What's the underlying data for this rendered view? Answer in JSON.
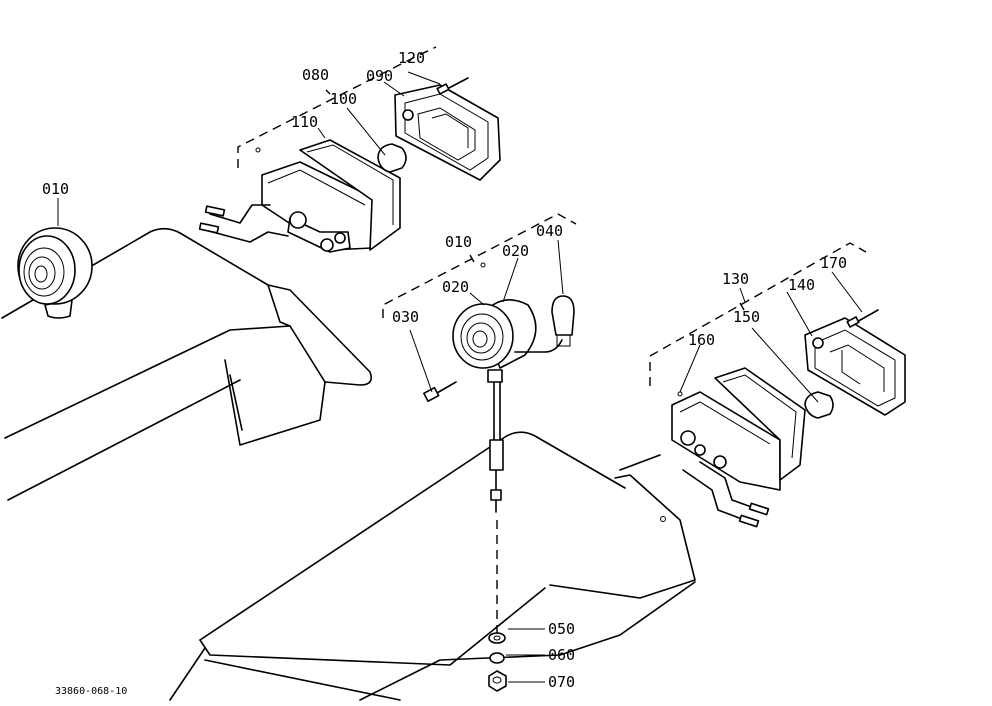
{
  "figure_code": "33860-068-10",
  "labels": {
    "p010a": "010",
    "p010b": "010",
    "p020a": "020",
    "p020b": "020",
    "p030": "030",
    "p040": "040",
    "p050": "050",
    "p060": "060",
    "p070": "070",
    "p080": "080",
    "p090": "090",
    "p100": "100",
    "p110": "110",
    "p120": "120",
    "p130": "130",
    "p140": "140",
    "p150": "150",
    "p160": "160",
    "p170": "170"
  }
}
